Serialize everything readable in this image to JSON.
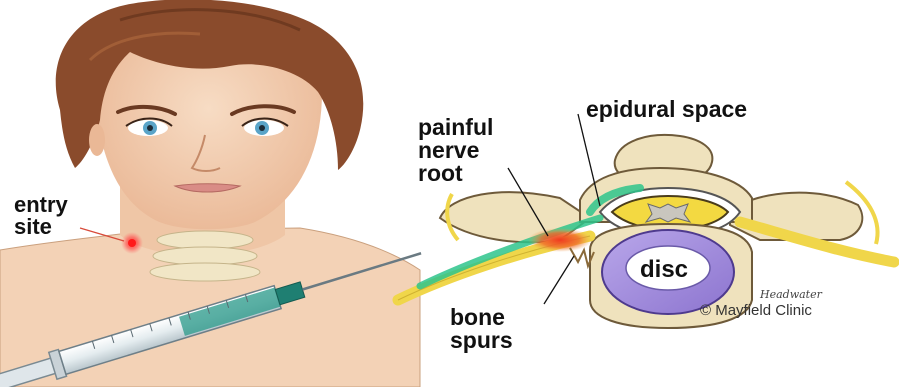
{
  "labels": {
    "entry_site": [
      "entry",
      "site"
    ],
    "painful_nerve_root": [
      "painful",
      "nerve",
      "root"
    ],
    "epidural_space": "epidural space",
    "disc": "disc",
    "bone_spurs": [
      "bone",
      "spurs"
    ]
  },
  "credit": {
    "copyright": "© Mayfield Clinic",
    "signature": "Headwater"
  },
  "colors": {
    "skin": "#f3d2b6",
    "skin_shadow": "#e3b08f",
    "hair": "#8a4b2c",
    "hair_dark": "#5e2f19",
    "bone": "#efe2bd",
    "bone_outline": "#6e5a3a",
    "disc_fill": "#a995df",
    "nerve_yellow": "#f0d64a",
    "epidural_green": "#2ec48c",
    "inflammation_red": "#e8432c",
    "entry_dot": "#ff2a2a",
    "syringe_teal": "#2a9a8a"
  }
}
